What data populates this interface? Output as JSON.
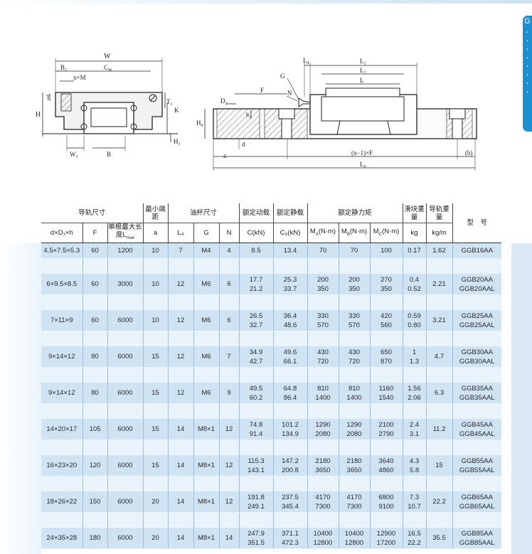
{
  "side_tab": {
    "letter": "G"
  },
  "diagram_left": {
    "labels": {
      "W": "W",
      "B2": "B",
      "B2_sub": "2",
      "CW": "C",
      "CW_sub": "W",
      "nM": "n×M",
      "T": "T",
      "T1": "T",
      "T1_sub": "1",
      "H": "H",
      "K": "K",
      "H1": "H",
      "H1_sub": "1",
      "W1": "W",
      "W1_sub": "1",
      "B": "B"
    }
  },
  "diagram_right": {
    "labels": {
      "G": "G",
      "L4": "L",
      "L4_sub": "4",
      "L1": "L",
      "L1_sub": "1",
      "L2": "L",
      "L2_sub": "2",
      "L": "L",
      "N": "N",
      "F": "F",
      "D1": "D",
      "D1_sub": "1",
      "h": "h",
      "h_sub": "1",
      "H0": "H",
      "H0_sub": "0",
      "d": "d",
      "a": "a",
      "nF": "(n−1)×F",
      "b": "(b)",
      "L0": "L",
      "L0_sub": "0"
    }
  },
  "table": {
    "group_headers": {
      "rail_size": "导轨尺寸",
      "min_end": "最小端距",
      "cup_size": "油杯尺寸",
      "rated_dyn": "额定动载",
      "rated_static": "额定静载",
      "rated_moment": "额定静力矩",
      "slider_weight": "滑块重量",
      "rail_weight": "导轨重量",
      "model": "型　号"
    },
    "sub_headers": {
      "dDh": "d×D₁×h",
      "F": "F",
      "max_len": "单根最大长度L",
      "max_len_sub": "max",
      "a": "a",
      "L4": "L₄",
      "G": "G",
      "N": "N",
      "C": "C(kN)",
      "C0": "C₀(kN)",
      "MA": "M",
      "MA_sub": "A",
      "MB": "M",
      "MB_sub": "B",
      "MC": "M",
      "MC_sub": "C",
      "moment_unit": "(N·m)",
      "kg": "kg",
      "kgm": "kg/m"
    },
    "rows": [
      {
        "dDh": "4.5×7.5×5.3",
        "F": "60",
        "max_len": "1200",
        "a": "10",
        "L4": "7",
        "G": "M4",
        "N": "4",
        "C": [
          "8.5"
        ],
        "C0": [
          "13.4"
        ],
        "MA": [
          "70"
        ],
        "MB": [
          "70"
        ],
        "MC": [
          "100"
        ],
        "kg": [
          "0.17"
        ],
        "kgm": "1.62",
        "model": [
          "GGB16AA"
        ]
      },
      {
        "dDh": "6×9.5×8.5",
        "F": "60",
        "max_len": "3000",
        "a": "10",
        "L4": "12",
        "G": "M6",
        "N": "6",
        "C": [
          "17.7",
          "21.2"
        ],
        "C0": [
          "25.3",
          "33.7"
        ],
        "MA": [
          "200",
          "350"
        ],
        "MB": [
          "200",
          "350"
        ],
        "MC": [
          "270",
          "350"
        ],
        "kg": [
          "0.4",
          "0.52"
        ],
        "kgm": "2.21",
        "model": [
          "GGB20AA",
          "GGB20AAL"
        ]
      },
      {
        "dDh": "7×11×9",
        "F": "60",
        "max_len": "6000",
        "a": "10",
        "L4": "12",
        "G": "M6",
        "N": "6",
        "C": [
          "26.5",
          "32.7"
        ],
        "C0": [
          "36.4",
          "48.6"
        ],
        "MA": [
          "330",
          "570"
        ],
        "MB": [
          "330",
          "570"
        ],
        "MC": [
          "420",
          "560"
        ],
        "kg": [
          "0.59",
          "0.80"
        ],
        "kgm": "3.21",
        "model": [
          "GGB25AA",
          "GGB25AAL"
        ]
      },
      {
        "dDh": "9×14×12",
        "F": "80",
        "max_len": "6000",
        "a": "15",
        "L4": "12",
        "G": "M6",
        "N": "7",
        "C": [
          "34.9",
          "42.7"
        ],
        "C0": [
          "49.6",
          "66.1"
        ],
        "MA": [
          "430",
          "720"
        ],
        "MB": [
          "430",
          "720"
        ],
        "MC": [
          "650",
          "870"
        ],
        "kg": [
          "1",
          "1.3"
        ],
        "kgm": "4.7",
        "model": [
          "GGB30AA",
          "GGB30AAL"
        ]
      },
      {
        "dDh": "9×14×12",
        "F": "80",
        "max_len": "6000",
        "a": "15",
        "L4": "12",
        "G": "M6",
        "N": "9",
        "C": [
          "49.5",
          "60.2"
        ],
        "C0": [
          "64.8",
          "86.4"
        ],
        "MA": [
          "810",
          "1400"
        ],
        "MB": [
          "810",
          "1400"
        ],
        "MC": [
          "1160",
          "1540"
        ],
        "kg": [
          "1.56",
          "2.06"
        ],
        "kgm": "6.3",
        "model": [
          "GGB35AA",
          "GGB35AAL"
        ]
      },
      {
        "dDh": "14×20×17",
        "F": "105",
        "max_len": "6000",
        "a": "15",
        "L4": "14",
        "G": "M8×1",
        "N": "12",
        "C": [
          "74.8",
          "91.4"
        ],
        "C0": [
          "101.2",
          "134.9"
        ],
        "MA": [
          "1290",
          "2080"
        ],
        "MB": [
          "1290",
          "2080"
        ],
        "MC": [
          "2100",
          "2790"
        ],
        "kg": [
          "2.4",
          "3.1"
        ],
        "kgm": "11.2",
        "model": [
          "GGB45AA",
          "GGB45AAL"
        ]
      },
      {
        "dDh": "16×23×20",
        "F": "120",
        "max_len": "6000",
        "a": "15",
        "L4": "14",
        "G": "M8×1",
        "N": "12",
        "C": [
          "115.3",
          "143.1"
        ],
        "C0": [
          "147.2",
          "200.8"
        ],
        "MA": [
          "2180",
          "3650"
        ],
        "MB": [
          "2180",
          "3650"
        ],
        "MC": [
          "3640",
          "4860"
        ],
        "kg": [
          "4.3",
          "5.8"
        ],
        "kgm": "15",
        "model": [
          "GGB55AA",
          "GGB55AAL"
        ]
      },
      {
        "dDh": "18×26×22",
        "F": "150",
        "max_len": "6000",
        "a": "20",
        "L4": "14",
        "G": "M8×1",
        "N": "12",
        "C": [
          "191.8",
          "249.1"
        ],
        "C0": [
          "237.5",
          "345.4"
        ],
        "MA": [
          "4170",
          "7300"
        ],
        "MB": [
          "4170",
          "7300"
        ],
        "MC": [
          "6800",
          "9100"
        ],
        "kg": [
          "7.3",
          "10.7"
        ],
        "kgm": "22.2",
        "model": [
          "GGB65AA",
          "GGB65AAL"
        ]
      },
      {
        "dDh": "24×35×28",
        "F": "180",
        "max_len": "6000",
        "a": "20",
        "L4": "14",
        "G": "M8×1",
        "N": "14",
        "C": [
          "247.9",
          "351.5"
        ],
        "C0": [
          "371.1",
          "472.3"
        ],
        "MA": [
          "10400",
          "12800"
        ],
        "MB": [
          "10400",
          "12800"
        ],
        "MC": [
          "12900",
          "17200"
        ],
        "kg": [
          "16.5",
          "22.2"
        ],
        "kgm": "35.5",
        "model": [
          "GGB85AA",
          "GGB85AAL"
        ]
      }
    ]
  }
}
